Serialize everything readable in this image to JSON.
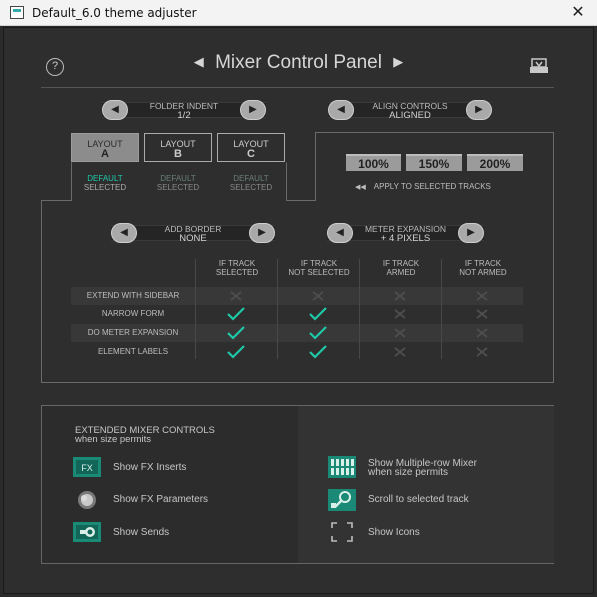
{
  "window": {
    "title": "Default_6.0 theme adjuster",
    "close_label": "✕"
  },
  "header": {
    "title": "Mixer Control Panel",
    "prev": "◀",
    "next": "▶",
    "help": "?"
  },
  "folder_indent": {
    "label": "FOLDER INDENT",
    "value": "1/2",
    "prev": "◀",
    "next": "▶"
  },
  "align_controls": {
    "label": "ALIGN CONTROLS",
    "value": "ALIGNED",
    "prev": "◀",
    "next": "▶"
  },
  "layouts": [
    {
      "name": "LAYOUT",
      "letter": "A",
      "sub1": "DEFAULT",
      "sub2": "SELECTED"
    },
    {
      "name": "LAYOUT",
      "letter": "B",
      "sub1": "DEFAULT",
      "sub2": "SELECTED"
    },
    {
      "name": "LAYOUT",
      "letter": "C",
      "sub1": "DEFAULT",
      "sub2": "SELECTED"
    }
  ],
  "scale": {
    "options": [
      "100%",
      "150%",
      "200%"
    ],
    "apply_label": "APPLY TO SELECTED TRACKS",
    "apply_icon": "◀◀"
  },
  "add_border": {
    "label": "ADD BORDER",
    "value": "NONE",
    "prev": "◀",
    "next": "▶"
  },
  "meter_expansion": {
    "label": "METER EXPANSION",
    "value": "+ 4 PIXELS",
    "prev": "◀",
    "next": "▶"
  },
  "table": {
    "columns": [
      {
        "l1": "IF TRACK",
        "l2": "SELECTED"
      },
      {
        "l1": "IF TRACK",
        "l2": "NOT SELECTED"
      },
      {
        "l1": "IF TRACK",
        "l2": "ARMED"
      },
      {
        "l1": "IF TRACK",
        "l2": "NOT ARMED"
      }
    ],
    "rows": [
      {
        "label": "EXTEND WITH SIDEBAR",
        "values": [
          false,
          false,
          false,
          false
        ]
      },
      {
        "label": "NARROW FORM",
        "values": [
          true,
          true,
          false,
          false
        ]
      },
      {
        "label": "DO METER EXPANSION",
        "values": [
          true,
          true,
          false,
          false
        ]
      },
      {
        "label": "ELEMENT LABELS",
        "values": [
          true,
          true,
          false,
          false
        ]
      }
    ]
  },
  "extended": {
    "heading1": "EXTENDED MIXER CONTROLS",
    "heading2": "when size permits",
    "left": [
      {
        "label": "Show FX Inserts",
        "icon": "fx-inserts-icon",
        "icon_text": "FX"
      },
      {
        "label": "Show FX Parameters",
        "icon": "fx-parameters-icon"
      },
      {
        "label": "Show Sends",
        "icon": "sends-icon"
      }
    ],
    "right": [
      {
        "label": "Show Multiple-row Mixer",
        "label2": "when size permits",
        "icon": "multirow-mixer-icon"
      },
      {
        "label": "Scroll to selected track",
        "icon": "scroll-to-track-icon"
      },
      {
        "label": "Show Icons",
        "icon": "show-icons-icon"
      }
    ]
  },
  "colors": {
    "accent": "#1ec8a8",
    "panel_bg": "#2e2e2e",
    "border": "#666666"
  }
}
